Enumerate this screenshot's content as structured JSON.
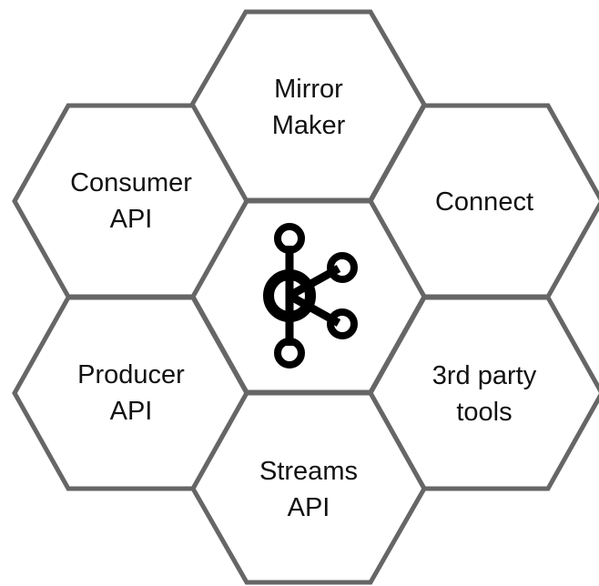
{
  "diagram": {
    "center": {
      "icon": "kafka-logo-icon"
    },
    "hexagons": [
      {
        "id": "mirror-maker",
        "lines": [
          "Mirror",
          "Maker"
        ]
      },
      {
        "id": "consumer-api",
        "lines": [
          "Consumer",
          "API"
        ]
      },
      {
        "id": "connect",
        "lines": [
          "Connect"
        ]
      },
      {
        "id": "producer-api",
        "lines": [
          "Producer",
          "API"
        ]
      },
      {
        "id": "third-party-tools",
        "lines": [
          "3rd party",
          "tools"
        ]
      },
      {
        "id": "streams-api",
        "lines": [
          "Streams",
          "API"
        ]
      }
    ],
    "colors": {
      "outline": "#666666",
      "text": "#111111",
      "icon": "#000000"
    }
  }
}
